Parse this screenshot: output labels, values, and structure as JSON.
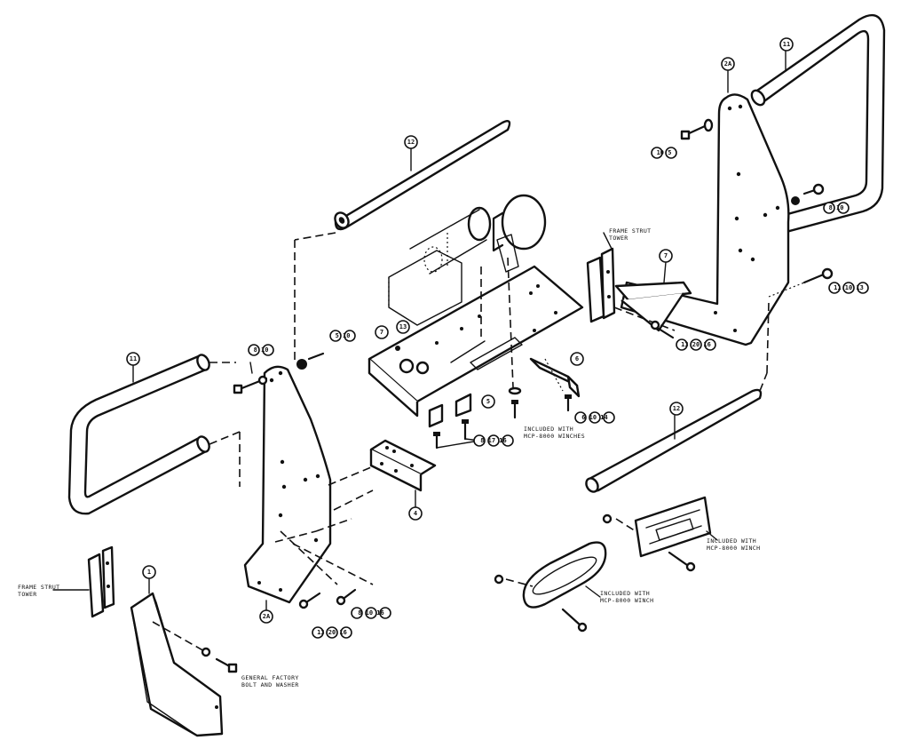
{
  "notes": {
    "frame_strut_left_1": "FRAME STRUT",
    "frame_strut_left_2": "TOWER",
    "frame_strut_right_1": "FRAME STRUT",
    "frame_strut_right_2": "TOWER",
    "general_factory_1": "GENERAL FACTORY",
    "general_factory_2": "BOLT AND WASHER",
    "incl_center_1": "INCLUDED WITH",
    "incl_center_2": "MCP-8000 WINCHES",
    "incl_roller_1": "INCLUDED WITH",
    "incl_roller_2": "MCP-8000 WINCH",
    "incl_hawse_1": "INCLUDED WITH",
    "incl_hawse_2": "MCP-8000 WINCH"
  },
  "callouts": {
    "c_mid_tube": "12",
    "c_hoop_right": "11",
    "c_right_plate": "2A",
    "c_r_bolt1": "10 5",
    "c_r_nut1": "8 10",
    "c_r_bolt2": "11 10 13",
    "c_r_tab": "7",
    "c_r_tab_bolt": "13 20 16",
    "c_bracket_7": "7",
    "c_bracket_13": "13",
    "c_right_clip": "6",
    "c_right_clip_bolt": "6 10 14",
    "c_center_clip": "5",
    "c_center_bolts": "8 17 16",
    "c_low_tube": "12",
    "c_hoop_left": "11",
    "c_l_bolt1": "8 10",
    "c_l_nut1": "5 10",
    "c_left_lower_clip": "4",
    "c_left_plate": "2A",
    "c_l_bolt2": "13 20 16",
    "c_l_bolt3": "8 10 16",
    "c_skid": "1"
  }
}
